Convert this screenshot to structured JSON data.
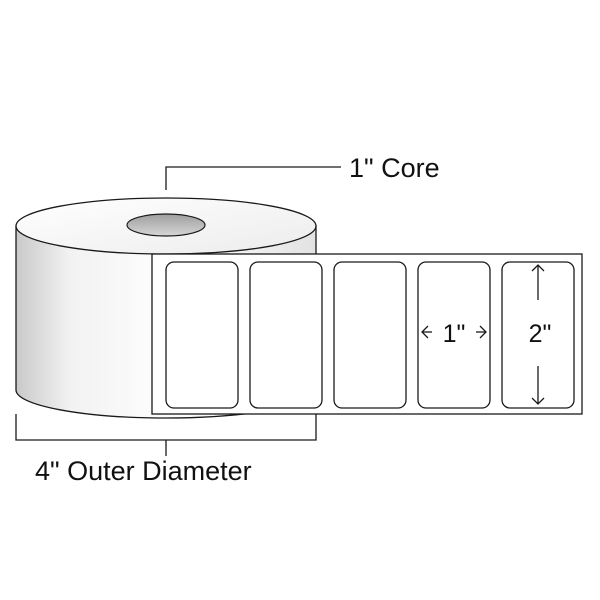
{
  "labels": {
    "core": "1\" Core",
    "outer_diameter": "4\" Outer Diameter",
    "label_width": "1\"",
    "label_height": "2\""
  },
  "colors": {
    "stroke": "#1a1a1a",
    "label_fill": "#ffffff",
    "roll_side_light": "#ffffff",
    "roll_side_shade": "#c9c9c9",
    "roll_top": "#f4f4f4",
    "core_hole": "#bdbdbd"
  }
}
